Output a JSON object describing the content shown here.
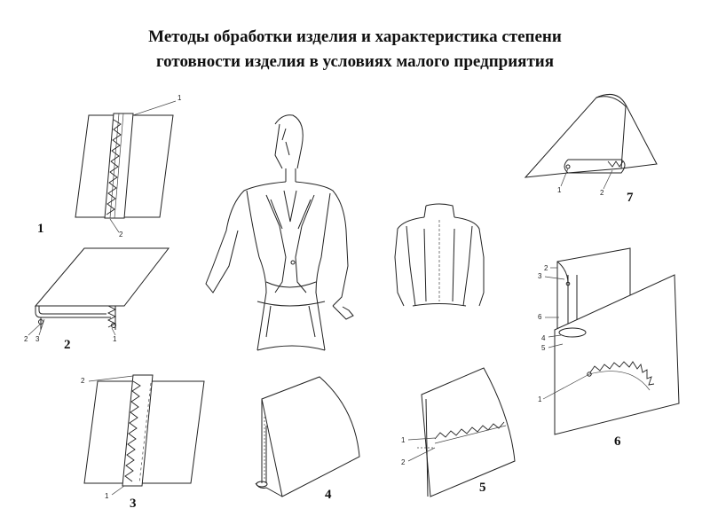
{
  "title_line1": "Методы обработки изделия и характеристика степени",
  "title_line2": "готовности изделия в условиях малого предприятия",
  "figures": [
    {
      "number": "1",
      "callouts": [
        "1",
        "2"
      ]
    },
    {
      "number": "2",
      "callouts": [
        "2",
        "3",
        "1"
      ]
    },
    {
      "number": "3",
      "callouts": [
        "2",
        "1"
      ]
    },
    {
      "number": "4",
      "callouts": []
    },
    {
      "number": "5",
      "callouts": [
        "1",
        "2"
      ]
    },
    {
      "number": "6",
      "callouts": [
        "2",
        "3",
        "6",
        "4",
        "5",
        "1"
      ]
    },
    {
      "number": "7",
      "callouts": [
        "1",
        "2"
      ]
    }
  ],
  "illustrations": [
    "jacket-front-sketch",
    "jacket-back-sketch"
  ]
}
